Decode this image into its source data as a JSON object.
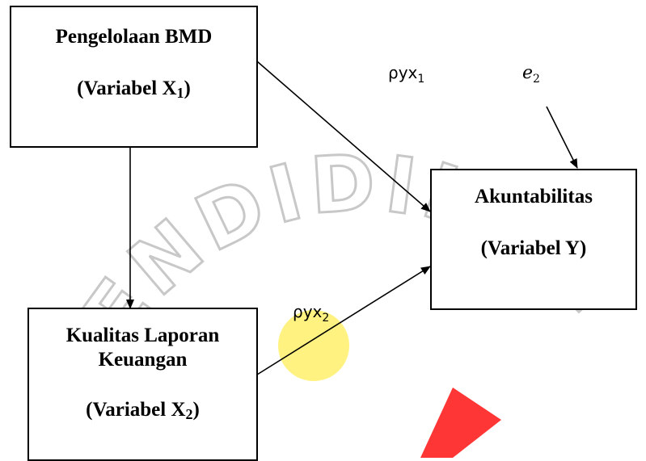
{
  "watermark": {
    "text": "PENDIDIKAN",
    "color": "#c8c8c8",
    "accent": "#ff2020",
    "dot_color": "#ffee55"
  },
  "nodes": {
    "x1": {
      "line1": "Pengelolaan BMD",
      "line2_prefix": "(Variabel X",
      "line2_sub": "1",
      "line2_suffix": ")"
    },
    "x2": {
      "line1": "Kualitas Laporan",
      "line2": "Keuangan",
      "line3_prefix": "(Variabel X",
      "line3_sub": "2",
      "line3_suffix": ")"
    },
    "y": {
      "line1": "Akuntabilitas",
      "line2": "(Variabel Y)"
    }
  },
  "labels": {
    "pyx1": {
      "base": "ρyx",
      "sub": "1"
    },
    "pyx2": {
      "base": "ρyx",
      "sub": "2"
    },
    "e2": {
      "base": "e",
      "sub": "2"
    }
  }
}
